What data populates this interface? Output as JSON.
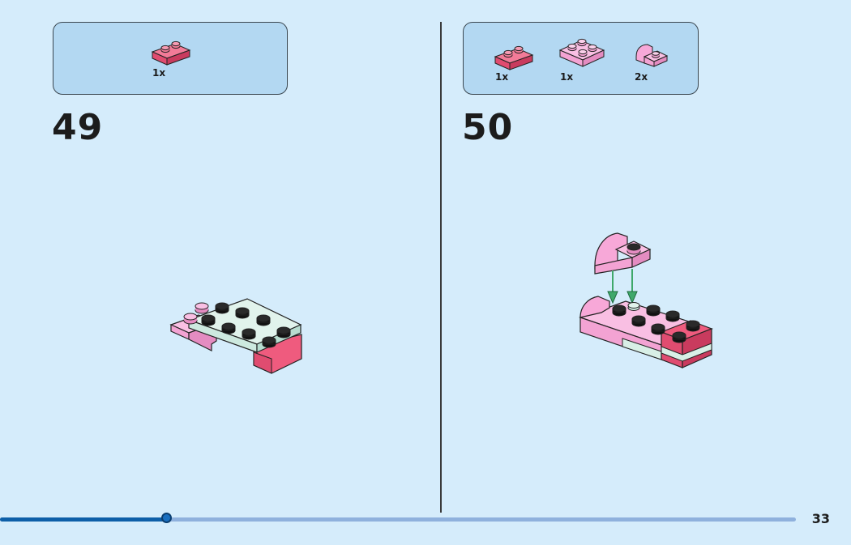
{
  "steps": [
    {
      "number": "49",
      "parts": [
        {
          "name": "dark-pink-plate-1x2",
          "color": "#ef5b7e",
          "quantity": "1x"
        }
      ]
    },
    {
      "number": "50",
      "parts": [
        {
          "name": "dark-pink-plate-1x2",
          "color": "#ef5b7e",
          "quantity": "1x"
        },
        {
          "name": "pink-plate-2x2",
          "color": "#f7a8d8",
          "quantity": "1x"
        },
        {
          "name": "pink-curved-slope",
          "color": "#f7a8d8",
          "quantity": "2x"
        }
      ]
    }
  ],
  "colors": {
    "background": "#d5ecfb",
    "parts_box": "#b3d8f2",
    "pink": "#f7a8d8",
    "dark_pink": "#ef5b7e",
    "mint": "#d8efe6",
    "arrow": "#3fa86a",
    "progress_fill": "#0d5fa8",
    "progress_track": "#8fb1dd"
  },
  "progress": {
    "fraction": 0.21
  },
  "page_number": "33"
}
